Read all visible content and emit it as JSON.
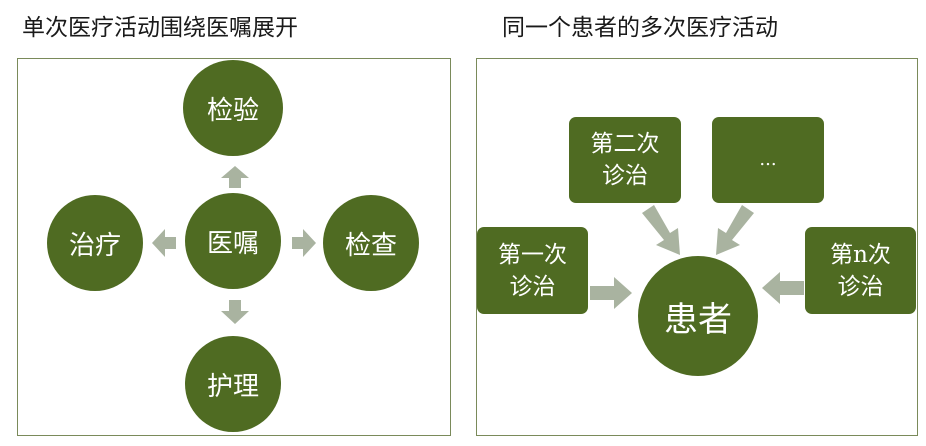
{
  "left": {
    "title": "单次医疗活动围绕医嘱展开",
    "center": "医嘱",
    "top": "检验",
    "right": "检查",
    "bottom": "护理",
    "left": "治疗"
  },
  "right": {
    "title": "同一个患者的多次医疗活动",
    "center": "患者",
    "box_first": "第一次\n诊治",
    "box_second": "第二次\n诊治",
    "box_dots": "...",
    "box_nth": "第n次\n诊治"
  },
  "colors": {
    "node": "#4f6b22",
    "arrow": "#a9b3a0",
    "border": "#7a8a5a"
  }
}
